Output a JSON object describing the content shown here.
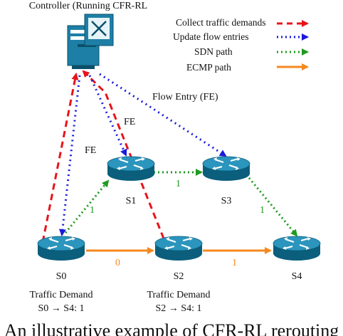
{
  "controller": {
    "label": "Controller (Running CFR-RL"
  },
  "legend": [
    {
      "label": "Collect traffic demands",
      "color": "#e8141b",
      "style": "dashed"
    },
    {
      "label": "Update flow entries",
      "color": "#1a1adb",
      "style": "dotted"
    },
    {
      "label": "SDN path",
      "color": "#1f9a1f",
      "style": "dotted"
    },
    {
      "label": "ECMP path",
      "color": "#f5881f",
      "style": "solid"
    }
  ],
  "annotations": {
    "flow_entry": "Flow Entry (FE)",
    "fe_1": "FE",
    "fe_2": "FE"
  },
  "switches": [
    {
      "id": "S0",
      "label": "S0"
    },
    {
      "id": "S1",
      "label": "S1"
    },
    {
      "id": "S2",
      "label": "S2"
    },
    {
      "id": "S3",
      "label": "S3"
    },
    {
      "id": "S4",
      "label": "S4"
    }
  ],
  "link_weights": {
    "s0_s2": "0",
    "s2_s4": "1",
    "s0_s1": "1",
    "s1_s3": "1",
    "s3_s4": "1"
  },
  "traffic_demands": [
    {
      "title": "Traffic Demand",
      "flow": "S0 → S4: 1"
    },
    {
      "title": "Traffic Demand",
      "flow": "S2 → S4: 1"
    }
  ],
  "caption": "An illustrative example of CFR-RL rerouting"
}
